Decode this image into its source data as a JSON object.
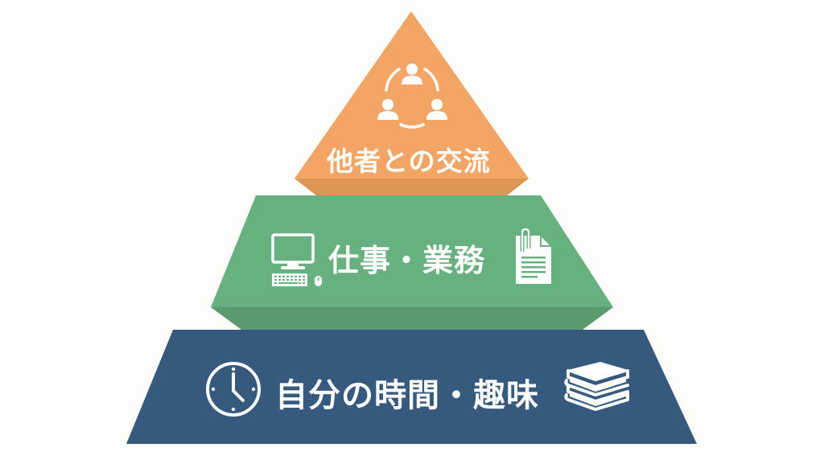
{
  "diagram": {
    "type": "pyramid",
    "levels": [
      {
        "position": "top",
        "label": "他者との交流",
        "icon": "people-network-icon",
        "color": "#F2A564",
        "bevel_color": "#DE9656"
      },
      {
        "position": "middle",
        "label": "仕事・業務",
        "icon_left": "computer-keyboard-mouse-icon",
        "icon_right": "document-paperclip-icon",
        "color": "#67B07F",
        "bevel_color": "#5A9A6E"
      },
      {
        "position": "bottom",
        "label": "自分の時間・趣味",
        "icon_left": "clock-icon",
        "icon_right": "books-stack-icon",
        "color": "#355A7E"
      }
    ],
    "text_color": "#FFFFFF",
    "background": "#FDFDFC"
  }
}
